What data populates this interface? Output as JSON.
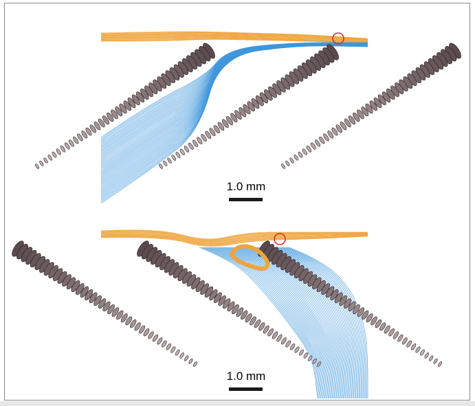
{
  "scale_bars": [
    {
      "label": "1.0 mm"
    },
    {
      "label": "1.0 mm"
    }
  ],
  "colors": {
    "fin": "#5a4a4d",
    "fin_light": "#c3b3b4",
    "fin_edge": "#2a1f22",
    "flow_blue": "#3f97dc",
    "flow_orange": "#eea43c",
    "marker_red": "#d8302a",
    "scale_bar": "#1a1a1a"
  },
  "icons": [
    "fin-segment-shape",
    "streamline-bundle",
    "marker-circle"
  ]
}
